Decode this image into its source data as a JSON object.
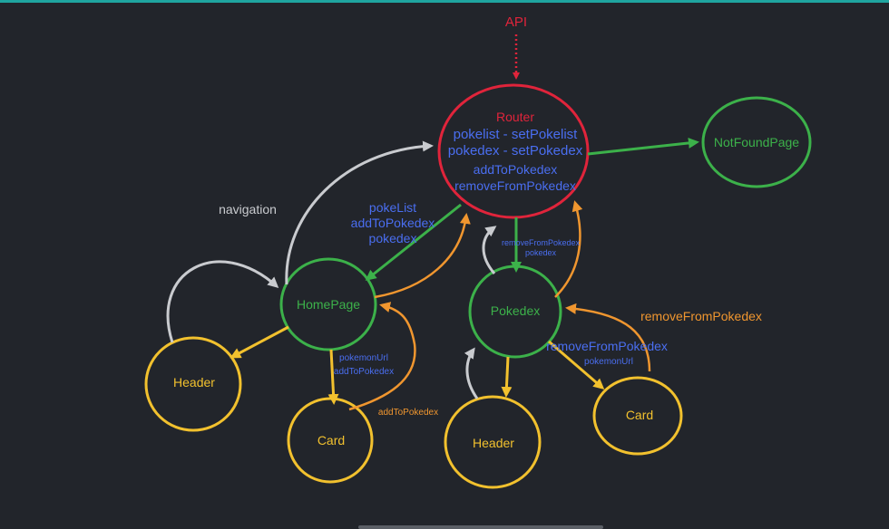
{
  "colors": {
    "background": "#22252b",
    "red": "#e0243b",
    "green": "#3cb14a",
    "yellow": "#f2c12e",
    "orange": "#f0962f",
    "blue": "#4a6ef0",
    "gray": "#c9cbcf",
    "accent_line": "#1fa5a0"
  },
  "diagram": {
    "api_label": "API",
    "nodes": {
      "router": {
        "title": "Router",
        "line1": "pokelist - setPokelist",
        "line2": "pokedex - setPokedex",
        "line3": "addToPokedex",
        "line4": "removeFromPokedex"
      },
      "notfound": "NotFoundPage",
      "homepage": "HomePage",
      "pokedex": "Pokedex",
      "home_header": "Header",
      "home_card": "Card",
      "pokedex_header": "Header",
      "pokedex_card": "Card"
    },
    "labels": {
      "navigation": "navigation",
      "router_to_home_1": "pokeList",
      "router_to_home_2": "addToPokedex",
      "router_to_home_3": "pokedex",
      "router_to_pokedex_1": "removeFromPokedex",
      "router_to_pokedex_2": "pokedex",
      "home_to_card_1": "pokemonUrl",
      "home_to_card_2": "addToPokedex",
      "card_to_home": "addToPokedex",
      "pokedex_to_card_1": "removeFromPokedex",
      "pokedex_to_card_2": "pokemonUrl",
      "card_to_pokedex": "removeFromPokedex"
    }
  }
}
